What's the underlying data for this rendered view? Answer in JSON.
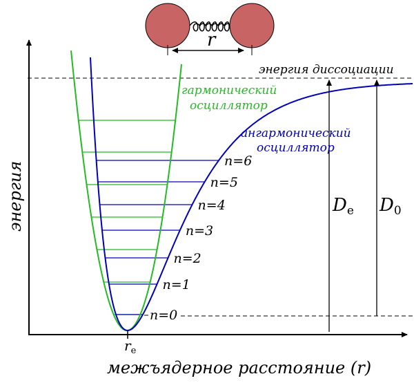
{
  "title_top": "энергия диссоциации",
  "harmonic_label": [
    "гармонический",
    "осциллятор"
  ],
  "anharmonic_label": [
    "ангармонический",
    "осциллятор"
  ],
  "y_axis_label": "энергия",
  "x_axis_label": "межъядерное расстояние (r)",
  "r_label": "r",
  "re_label": {
    "main": "r",
    "sub": "e"
  },
  "De_label": {
    "main": "D",
    "sub": "e"
  },
  "D0_label": {
    "main": "D",
    "sub": "0"
  },
  "levels": [
    "n=0",
    "n=1",
    "n=2",
    "n=3",
    "n=4",
    "n=5",
    "n=6"
  ],
  "colors": {
    "harmonic": "#22bb22",
    "anharmonic": "#0000bb",
    "atom": "#c86464"
  }
}
